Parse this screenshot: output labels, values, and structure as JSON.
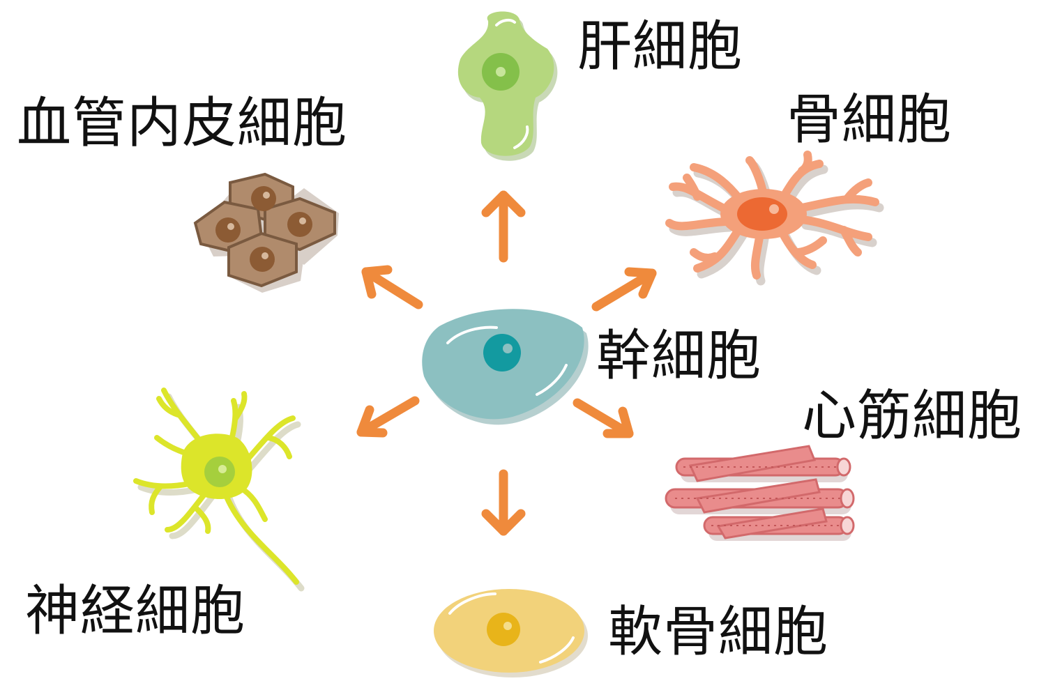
{
  "labels": {
    "stem": "幹細胞",
    "liver": "肝細胞",
    "bone": "骨細胞",
    "endothelial": "血管内皮細胞",
    "cardiac": "心筋細胞",
    "nerve": "神経細胞",
    "cartilage": "軟骨細胞"
  },
  "colors": {
    "arrow": "#ef8a3c",
    "stem_body": "#8cc0c1",
    "stem_nucleus": "#139aa0",
    "liver_body": "#b5d77e",
    "liver_nucleus": "#84c04a",
    "bone_body": "#f4a07a",
    "bone_nucleus": "#ec6933",
    "endothelial_body": "#b08b6c",
    "endothelial_nucleus": "#8c5b34",
    "cardiac_body": "#e98c8c",
    "nerve_body": "#dce52a",
    "nerve_nucleus": "#a5cf3d",
    "cartilage_body": "#f2d27a",
    "cartilage_nucleus": "#e8b41a",
    "label_text": "#111111"
  }
}
